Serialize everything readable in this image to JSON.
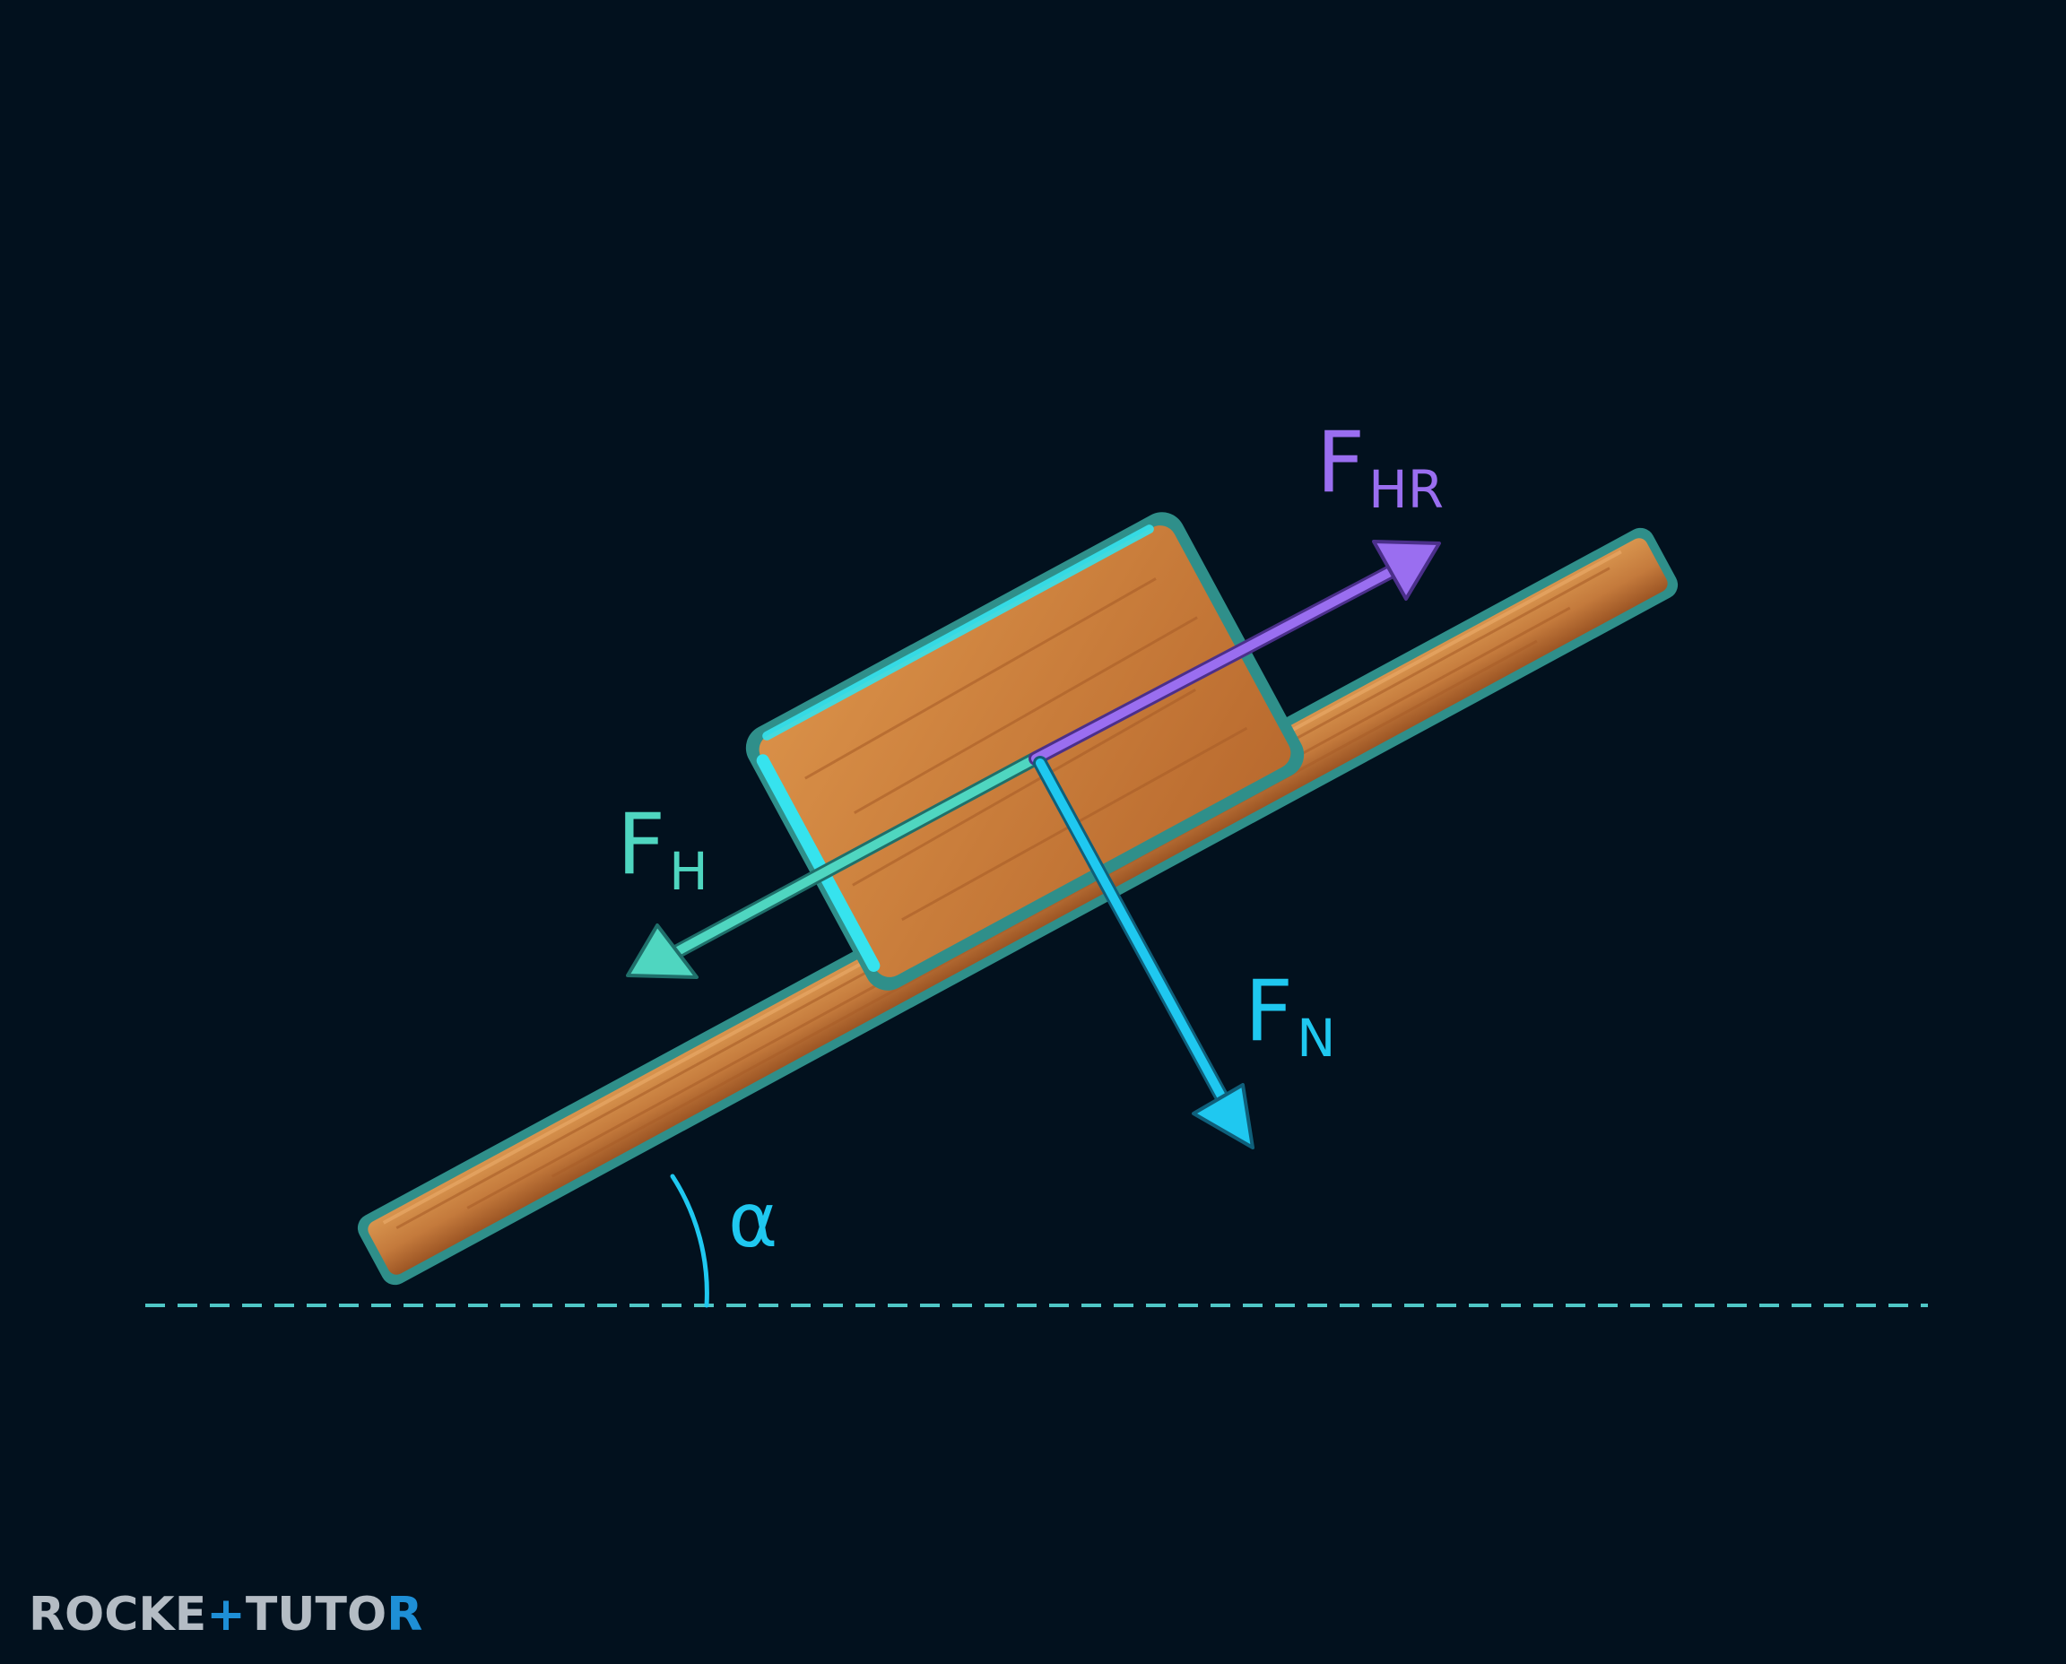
{
  "diagram": {
    "forces": {
      "downhill": {
        "symbol": "F",
        "subscript": "H"
      },
      "friction": {
        "symbol": "F",
        "subscript": "HR"
      },
      "normal": {
        "symbol": "F",
        "subscript": "N"
      }
    },
    "angle_label": "α"
  },
  "logo": {
    "part1": "ROCKE",
    "part2": "TUTO",
    "part3": "R"
  },
  "colors": {
    "background": "#02111e",
    "wood_light": "#cf8a45",
    "wood_dark": "#9c5524",
    "outline_teal": "#2f8f8a",
    "block_edge": "#36e3ee",
    "downhill_force": "#4fd6c0",
    "friction_force": "#9a6ef0",
    "normal_force": "#1fc8f0",
    "angle": "#1fc8f0",
    "ground_line": "#4fc6c6",
    "logo_gray": "#b4bcc4",
    "logo_blue": "#1e8fd6"
  }
}
